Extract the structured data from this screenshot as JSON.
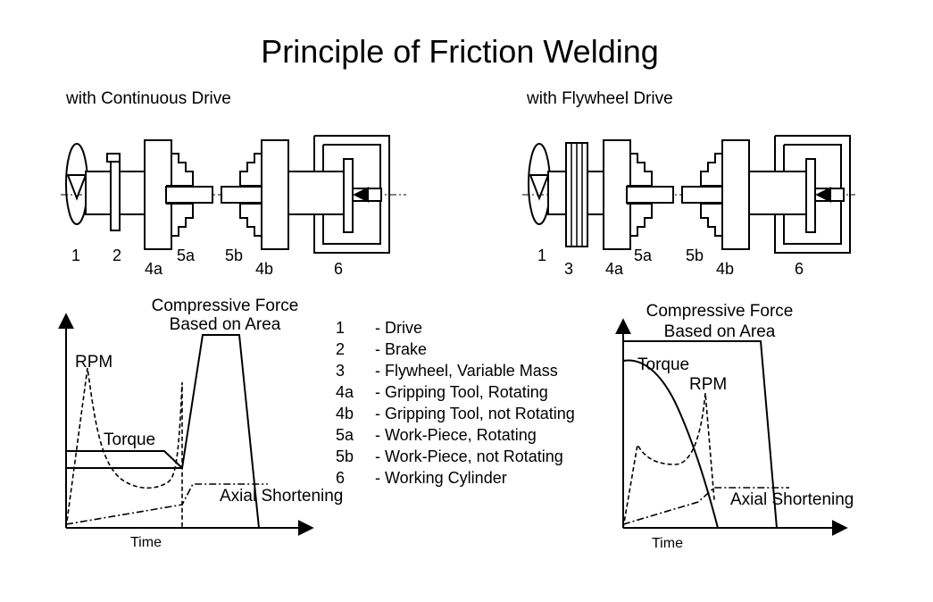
{
  "title": "Principle of Friction Welding",
  "left": {
    "subtitle": "with Continuous Drive",
    "part_labels": [
      "1",
      "2",
      "4a",
      "5a",
      "5b",
      "4b",
      "6"
    ],
    "graph": {
      "force_label_line1": "Compressive Force",
      "force_label_line2": "Based on Area",
      "rpm_label": "RPM",
      "torque_label": "Torque",
      "axial_label": "Axial Shortening",
      "time_label": "Time"
    }
  },
  "right": {
    "subtitle": "with Flywheel Drive",
    "part_labels": [
      "1",
      "3",
      "4a",
      "5a",
      "5b",
      "4b",
      "6"
    ],
    "graph": {
      "force_label_line1": "Compressive Force",
      "force_label_line2": "Based on Area",
      "torque_label": "Torque",
      "rpm_label": "RPM",
      "axial_label": "Axial Shortening",
      "time_label": "Time"
    }
  },
  "legend": [
    {
      "key": "1",
      "text": "- Drive"
    },
    {
      "key": "2",
      "text": "- Brake"
    },
    {
      "key": "3",
      "text": "- Flywheel, Variable Mass"
    },
    {
      "key": "4a",
      "text": "- Gripping Tool, Rotating"
    },
    {
      "key": "4b",
      "text": "- Gripping Tool, not Rotating"
    },
    {
      "key": "5a",
      "text": "- Work-Piece, Rotating"
    },
    {
      "key": "5b",
      "text": "- Work-Piece, not Rotating"
    },
    {
      "key": "6",
      "text": "- Working Cylinder"
    }
  ]
}
